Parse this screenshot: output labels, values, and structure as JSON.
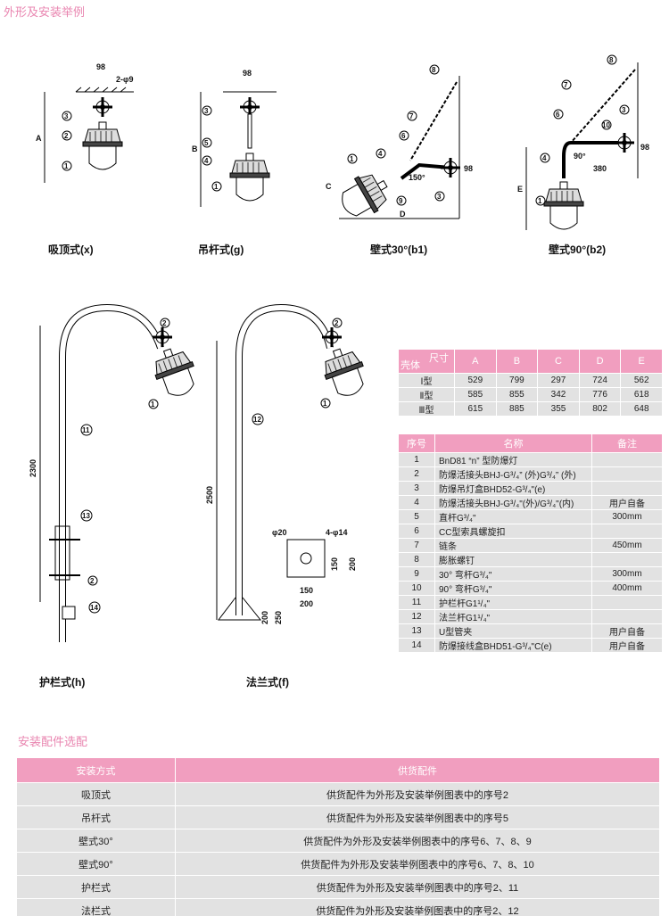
{
  "section_titles": {
    "examples": "外形及安装举例",
    "accessories": "安装配件选配"
  },
  "figures": {
    "x": {
      "caption": "吸顶式(x)",
      "dims": [
        "98",
        "2-φ9",
        "A"
      ],
      "callouts": [
        "3",
        "2",
        "1"
      ]
    },
    "g": {
      "caption": "吊杆式(g)",
      "dims": [
        "98",
        "B"
      ],
      "callouts": [
        "3",
        "5",
        "4",
        "1"
      ]
    },
    "b1": {
      "caption": "壁式30°(b1)",
      "dims": [
        "C",
        "D",
        "150°",
        "98"
      ],
      "callouts": [
        "8",
        "7",
        "6",
        "1",
        "4",
        "9",
        "3"
      ]
    },
    "b2": {
      "caption": "壁式90°(b2)",
      "dims": [
        "90°",
        "380",
        "98",
        "E"
      ],
      "callouts": [
        "8",
        "7",
        "6",
        "10",
        "3",
        "4",
        "1"
      ]
    },
    "h": {
      "caption": "护栏式(h)",
      "dims": [
        "2300"
      ],
      "callouts": [
        "2",
        "1",
        "11",
        "13",
        "2",
        "14"
      ]
    },
    "f": {
      "caption": "法兰式(f)",
      "dims": [
        "2500",
        "φ20",
        "4-φ14",
        "150",
        "200",
        "150",
        "200",
        "200",
        "250"
      ],
      "callouts": [
        "2",
        "1",
        "12"
      ]
    }
  },
  "dims_table": {
    "corner_top": "尺寸",
    "corner_bottom": "壳体",
    "headers": [
      "A",
      "B",
      "C",
      "D",
      "E"
    ],
    "rows": [
      {
        "type": "Ⅰ型",
        "values": [
          "529",
          "799",
          "297",
          "724",
          "562"
        ]
      },
      {
        "type": "Ⅱ型",
        "values": [
          "585",
          "855",
          "342",
          "776",
          "618"
        ]
      },
      {
        "type": "Ⅲ型",
        "values": [
          "615",
          "885",
          "355",
          "802",
          "648"
        ]
      }
    ]
  },
  "parts_table": {
    "headers": [
      "序号",
      "名称",
      "备注"
    ],
    "rows": [
      {
        "no": "1",
        "name": "BnD81 “n” 型防爆灯",
        "note": ""
      },
      {
        "no": "2",
        "name": "防爆活接头BHJ-G³/₄” (外)G³/₄” (外)",
        "note": ""
      },
      {
        "no": "3",
        "name": "防爆吊灯盒BHD52-G³/₄\"(e)",
        "note": ""
      },
      {
        "no": "4",
        "name": "防爆活接头BHJ-G³/₄\"(外)/G³/₄\"(内)",
        "note": "用户自备"
      },
      {
        "no": "5",
        "name": "直杆G³/₄\"",
        "note": "300mm"
      },
      {
        "no": "6",
        "name": "CC型索具螺旋扣",
        "note": ""
      },
      {
        "no": "7",
        "name": "链条",
        "note": "450mm"
      },
      {
        "no": "8",
        "name": "膨胀螺钉",
        "note": ""
      },
      {
        "no": "9",
        "name": "30° 弯杆G³/₄\"",
        "note": "300mm"
      },
      {
        "no": "10",
        "name": "90° 弯杆G³/₄\"",
        "note": "400mm"
      },
      {
        "no": "11",
        "name": "护栏杆G1¹/₄\"",
        "note": ""
      },
      {
        "no": "12",
        "name": "法兰杆G1¹/₄\"",
        "note": ""
      },
      {
        "no": "13",
        "name": "U型管夹",
        "note": "用户自备"
      },
      {
        "no": "14",
        "name": "防爆接线盒BHD51-G³/₄\"C(e)",
        "note": "用户自备"
      }
    ]
  },
  "accessory_table": {
    "headers": [
      "安装方式",
      "供货配件"
    ],
    "rows": [
      {
        "method": "吸顶式",
        "parts": "供货配件为外形及安装举例图表中的序号2"
      },
      {
        "method": "吊杆式",
        "parts": "供货配件为外形及安装举例图表中的序号5"
      },
      {
        "method": "壁式30°",
        "parts": "供货配件为外形及安装举例图表中的序号6、7、8、9"
      },
      {
        "method": "壁式90°",
        "parts": "供货配件为外形及安装举例图表中的序号6、7、8、10"
      },
      {
        "method": "护栏式",
        "parts": "供货配件为外形及安装举例图表中的序号2、11"
      },
      {
        "method": "法栏式",
        "parts": "供货配件为外形及安装举例图表中的序号2、12"
      }
    ]
  },
  "colors": {
    "accent": "#f19ebf",
    "row": "#e2e2e2",
    "title": "#e985b0"
  }
}
